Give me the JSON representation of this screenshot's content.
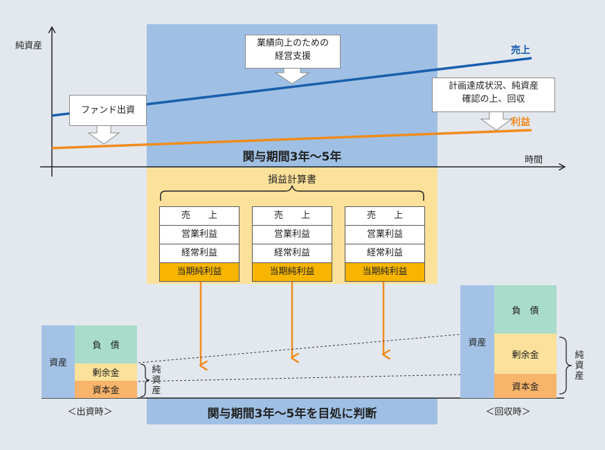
{
  "colors": {
    "background": "#e3e8ee",
    "period_band": "#9fc0e4",
    "pl_panel": "#fbe19a",
    "sales_line": "#1a5fad",
    "profit_line": "#f08c1e",
    "net_income_row": "#f7b500",
    "liabilities": "#a9dccb",
    "retained": "#fbe19a",
    "capital": "#f7b46a",
    "assets": "#a4c2e6"
  },
  "chart": {
    "y_axis_label": "純資産",
    "x_axis_label": "時間",
    "sales_label": "売上",
    "profit_label": "利益",
    "period_label": "関与期間3年〜5年"
  },
  "callouts": {
    "fund": "ファンド出資",
    "support": "業績向上のための\n経営支援",
    "recover": "計画達成状況、純資産\n確認の上、回収"
  },
  "pl": {
    "title": "損益計算書",
    "cards": [
      {
        "rows": [
          "売　　上",
          "営業利益",
          "経常利益",
          "当期純利益"
        ]
      },
      {
        "rows": [
          "売　　上",
          "営業利益",
          "経常利益",
          "当期純利益"
        ]
      },
      {
        "rows": [
          "売　　上",
          "営業利益",
          "経常利益",
          "当期純利益"
        ]
      }
    ]
  },
  "balance_left": {
    "assets": "資産",
    "liabilities": "負　債",
    "retained": "剰余金",
    "capital": "資本金",
    "net_assets_vertical": "純資産",
    "caption": "＜出資時＞"
  },
  "balance_right": {
    "assets": "資産",
    "liabilities": "負　債",
    "retained": "剰余金",
    "capital": "資本金",
    "net_assets_vertical": "純資産",
    "caption": "＜回収時＞"
  },
  "bottom_banner": "関与期間3年〜5年を目処に判断"
}
